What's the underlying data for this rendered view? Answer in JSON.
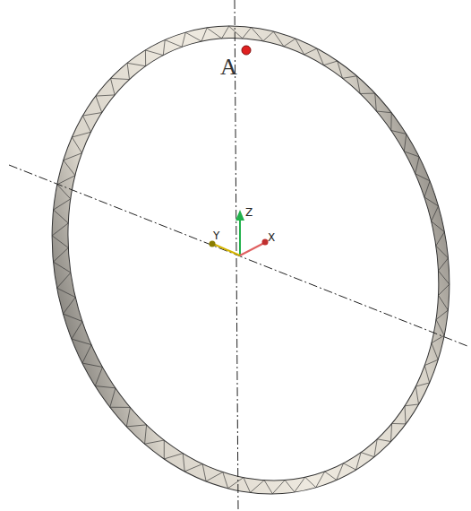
{
  "diagram": {
    "labels": [
      "A",
      "Z",
      "Y",
      "X"
    ]
  }
}
